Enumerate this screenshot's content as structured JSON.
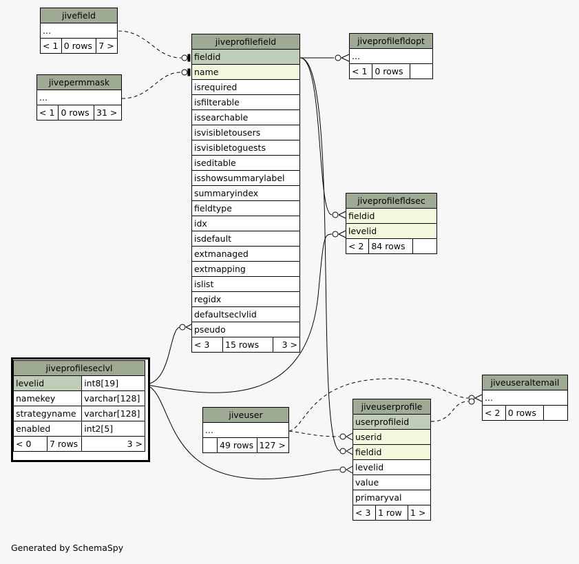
{
  "tables": {
    "jivefield": {
      "name": "jivefield",
      "cols": [
        "..."
      ],
      "stats": [
        "< 1",
        "0 rows",
        "7 >"
      ]
    },
    "jivepermmask": {
      "name": "jivepermmask",
      "cols": [
        "..."
      ],
      "stats": [
        "< 1",
        "0 rows",
        "31 >"
      ]
    },
    "jiveprofilefield": {
      "name": "jiveprofilefield",
      "cols": [
        "fieldid",
        "name",
        "isrequired",
        "isfilterable",
        "issearchable",
        "isvisibletousers",
        "isvisibletoguests",
        "iseditable",
        "isshowsummarylabel",
        "summaryindex",
        "fieldtype",
        "idx",
        "isdefault",
        "extmanaged",
        "extmapping",
        "islist",
        "regidx",
        "defaultseclvlid",
        "pseudo"
      ],
      "stats": [
        "< 3",
        "15 rows",
        "3 >"
      ]
    },
    "jiveprofilefldopt": {
      "name": "jiveprofilefldopt",
      "cols": [
        "..."
      ],
      "stats": [
        "< 1",
        "0 rows",
        ""
      ]
    },
    "jiveprofilefldsec": {
      "name": "jiveprofilefldsec",
      "cols": [
        "fieldid",
        "levelid"
      ],
      "stats": [
        "< 2",
        "84 rows",
        ""
      ]
    },
    "jiveprofileseclvl": {
      "name": "jiveprofileseclvl",
      "cols": [
        {
          "name": "levelid",
          "type": "int8[19]"
        },
        {
          "name": "namekey",
          "type": "varchar[128]"
        },
        {
          "name": "strategyname",
          "type": "varchar[128]"
        },
        {
          "name": "enabled",
          "type": "int2[5]"
        }
      ],
      "stats": [
        "< 0",
        "7 rows",
        "3 >"
      ]
    },
    "jiveuser": {
      "name": "jiveuser",
      "cols": [
        "..."
      ],
      "stats": [
        "",
        "49 rows",
        "127 >"
      ]
    },
    "jiveuserprofile": {
      "name": "jiveuserprofile",
      "cols": [
        "userprofileid",
        "userid",
        "fieldid",
        "levelid",
        "value",
        "primaryval"
      ],
      "stats": [
        "< 3",
        "1 row",
        "1 >"
      ]
    },
    "jiveuseraltemail": {
      "name": "jiveuseraltemail",
      "cols": [
        "..."
      ],
      "stats": [
        "< 2",
        "0 rows",
        ""
      ]
    }
  },
  "footer": {
    "credit": "Generated by SchemaSpy"
  }
}
